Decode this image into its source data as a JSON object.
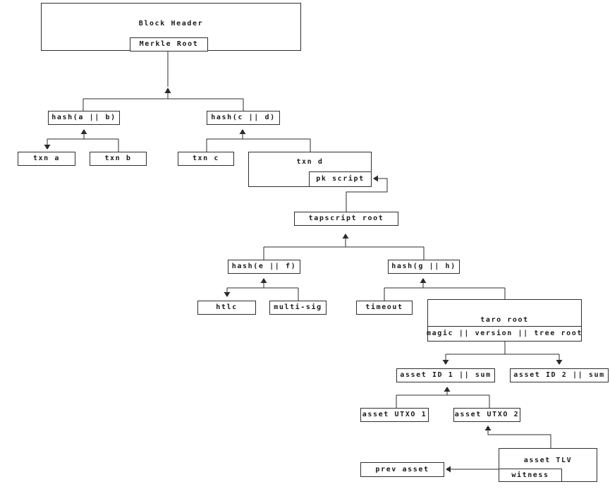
{
  "diagram": {
    "description": "Merkle tree diagram: block header merkle root down through taproot script tree into taro asset tree",
    "nodes": {
      "block_header": "Block Header",
      "merkle_root": "Merkle Root",
      "hash_ab": "hash(a || b)",
      "hash_cd": "hash(c || d)",
      "txn_a": "txn a",
      "txn_b": "txn b",
      "txn_c": "txn c",
      "txn_d": "txn d",
      "pk_script": "pk script",
      "tapscript_root": "tapscript root",
      "hash_ef": "hash(e || f)",
      "hash_gh": "hash(g || h)",
      "htlc": "htlc",
      "multi_sig": "multi-sig",
      "timeout": "timeout",
      "taro_root": "taro root",
      "magic_version": "magic || version || tree root",
      "asset_id_1": "asset ID 1 || sum",
      "asset_id_2": "asset ID 2 || sum",
      "asset_utxo_1": "asset UTXO 1",
      "asset_utxo_2": "asset UTXO 2",
      "asset_tlv": "asset TLV",
      "witness": "witness",
      "prev_asset": "prev asset"
    },
    "edges": [
      {
        "from": "hash_ab+hash_cd",
        "to": "merkle_root",
        "direction": "up"
      },
      {
        "from": "txn_a+txn_b",
        "to": "hash_ab",
        "direction": "up"
      },
      {
        "from": "txn_c+txn_d",
        "to": "hash_cd",
        "direction": "up"
      },
      {
        "from": "tapscript_root",
        "to": "pk_script",
        "direction": "left"
      },
      {
        "from": "hash_ef+hash_gh",
        "to": "tapscript_root",
        "direction": "up"
      },
      {
        "from": "htlc+multi_sig",
        "to": "hash_ef",
        "direction": "up"
      },
      {
        "from": "timeout+taro_root",
        "to": "hash_gh",
        "direction": "up"
      },
      {
        "from": "magic_version",
        "to": "asset_id_1+asset_id_2",
        "direction": "down"
      },
      {
        "from": "asset_utxo_1+asset_utxo_2",
        "to": "asset_id_1",
        "direction": "up"
      },
      {
        "from": "asset_tlv",
        "to": "asset_utxo_2",
        "direction": "up"
      },
      {
        "from": "witness",
        "to": "prev_asset",
        "direction": "left"
      }
    ],
    "colors": {
      "line": "#2b2b2b",
      "text": "#1a1a1a",
      "background": "#ffffff"
    }
  }
}
